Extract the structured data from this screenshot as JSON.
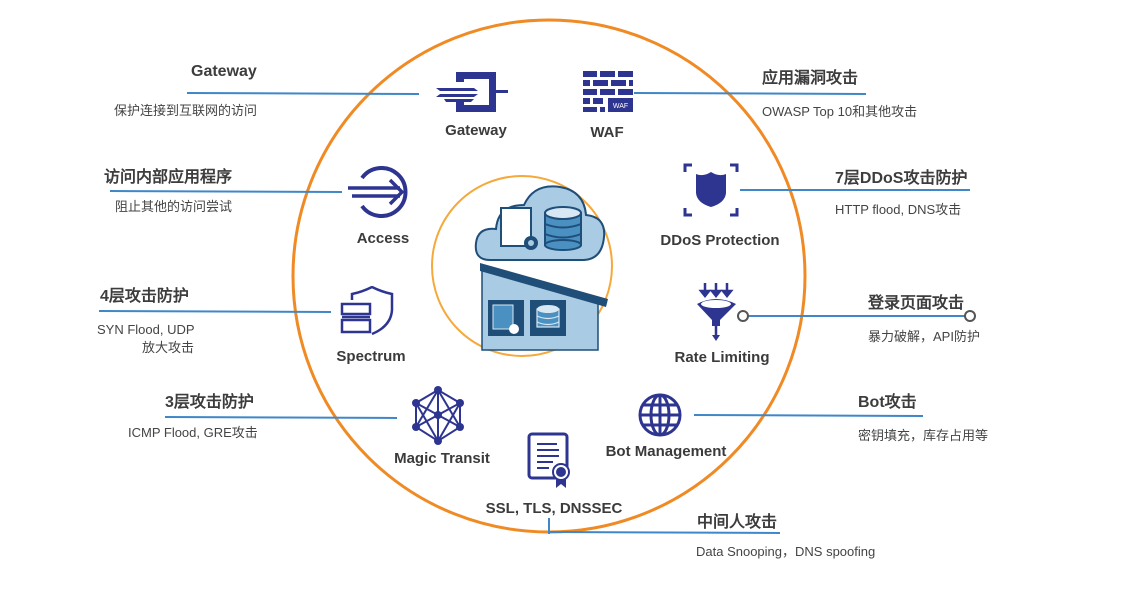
{
  "colors": {
    "outer_ring": "#f08a24",
    "inner_ring": "#f5a93a",
    "connector": "#3f87c8",
    "icon": "#2e3590",
    "cloud_fill": "#a9cbe3",
    "cloud_dark": "#1f4e79"
  },
  "center": {
    "illustration": "cloud-and-on-premises-datacenter"
  },
  "services": [
    {
      "id": "gateway",
      "label": "Gateway",
      "icon": "gateway-icon"
    },
    {
      "id": "waf",
      "label": "WAF",
      "icon": "brick-wall-icon",
      "icon_badge": "WAF"
    },
    {
      "id": "access",
      "label": "Access",
      "icon": "arrow-in-circle-icon"
    },
    {
      "id": "ddos",
      "label": "DDoS Protection",
      "icon": "shield-icon"
    },
    {
      "id": "spectrum",
      "label": "Spectrum",
      "icon": "server-shield-icon"
    },
    {
      "id": "rate-limiting",
      "label": "Rate Limiting",
      "icon": "funnel-icon"
    },
    {
      "id": "magic-transit",
      "label": "Magic Transit",
      "icon": "network-mesh-icon"
    },
    {
      "id": "bot-management",
      "label": "Bot Management",
      "icon": "globe-icon"
    },
    {
      "id": "ssl",
      "label": "SSL, TLS, DNSSEC",
      "icon": "certificate-icon"
    }
  ],
  "threats": [
    {
      "id": "gateway",
      "title": "Gateway",
      "desc": [
        "保护连接到互联网的访问"
      ]
    },
    {
      "id": "waf",
      "title": "应用漏洞攻击",
      "desc": [
        "OWASP Top 10和其他攻击"
      ]
    },
    {
      "id": "access",
      "title": "访问内部应用程序",
      "desc": [
        "阻止其他的访问尝试"
      ]
    },
    {
      "id": "ddos",
      "title": "7层DDoS攻击防护",
      "desc": [
        "HTTP flood, DNS攻击"
      ]
    },
    {
      "id": "spectrum",
      "title": "4层攻击防护",
      "desc": [
        "SYN Flood, UDP",
        "放大攻击"
      ]
    },
    {
      "id": "rate-limiting",
      "title": "登录页面攻击",
      "desc": [
        "暴力破解，API防护"
      ]
    },
    {
      "id": "magic-transit",
      "title": "3层攻击防护",
      "desc": [
        "ICMP Flood, GRE攻击"
      ]
    },
    {
      "id": "bot-management",
      "title": "Bot攻击",
      "desc": [
        "密钥填充，库存占用等"
      ]
    },
    {
      "id": "ssl",
      "title": "中间人攻击",
      "desc": [
        "Data Snooping，DNS spoofing"
      ]
    }
  ]
}
